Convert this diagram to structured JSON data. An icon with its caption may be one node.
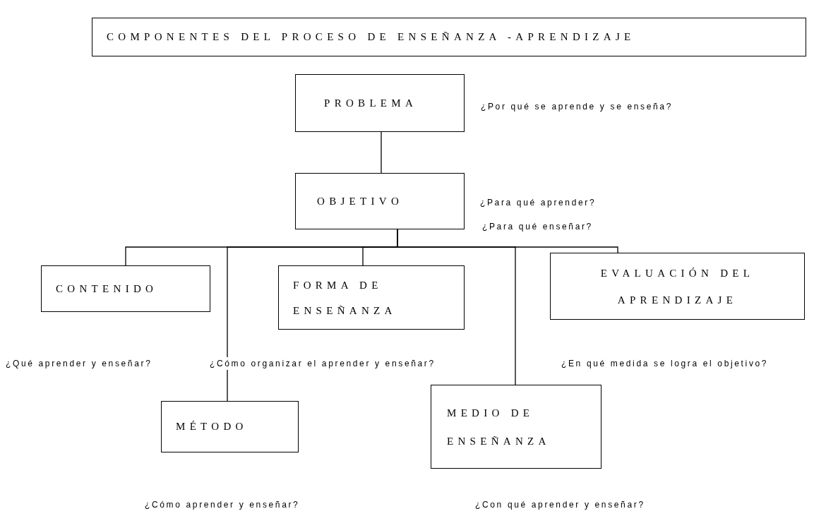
{
  "diagram": {
    "title": "COMPONENTES DEL PROCESO DE ENSEÑANZA -APRENDIZAJE",
    "nodes": [
      {
        "text": [
          "PROBLEMA"
        ],
        "beside": [
          "¿Por qué se aprende y se enseña?"
        ]
      },
      {
        "text": [
          "OBJETIVO"
        ],
        "beside": [
          "¿Para qué aprender?",
          "¿Para qué enseñar?"
        ]
      },
      {
        "text": [
          "CONTENIDO"
        ]
      },
      {
        "text": [
          "FORMA DE ENSEÑANZA"
        ]
      },
      {
        "text": [
          "EVALUACIÓN DEL APRENDIZAJE"
        ]
      },
      {
        "text": [
          "MÉTODO"
        ]
      },
      {
        "text": [
          "MEDIO DE ENSEÑANZA"
        ]
      }
    ],
    "labels": [
      "¿Qué aprender y enseñar?",
      "¿Cómo organizar el aprender y enseñar?",
      "¿En qué medida se logra el objetivo?",
      "¿Cómo aprender y enseñar?",
      "¿Con qué aprender y enseñar?"
    ],
    "edges": [
      {
        "from": 0,
        "to": 1,
        "arrow": "none"
      },
      {
        "from": 1,
        "to": 2,
        "arrow": "none"
      },
      {
        "from": 1,
        "to": 5,
        "arrow": "none"
      },
      {
        "from": 1,
        "to": 3,
        "arrow": "none"
      },
      {
        "from": 1,
        "to": 6,
        "arrow": "none"
      },
      {
        "from": 1,
        "to": 4,
        "arrow": "none"
      }
    ]
  }
}
